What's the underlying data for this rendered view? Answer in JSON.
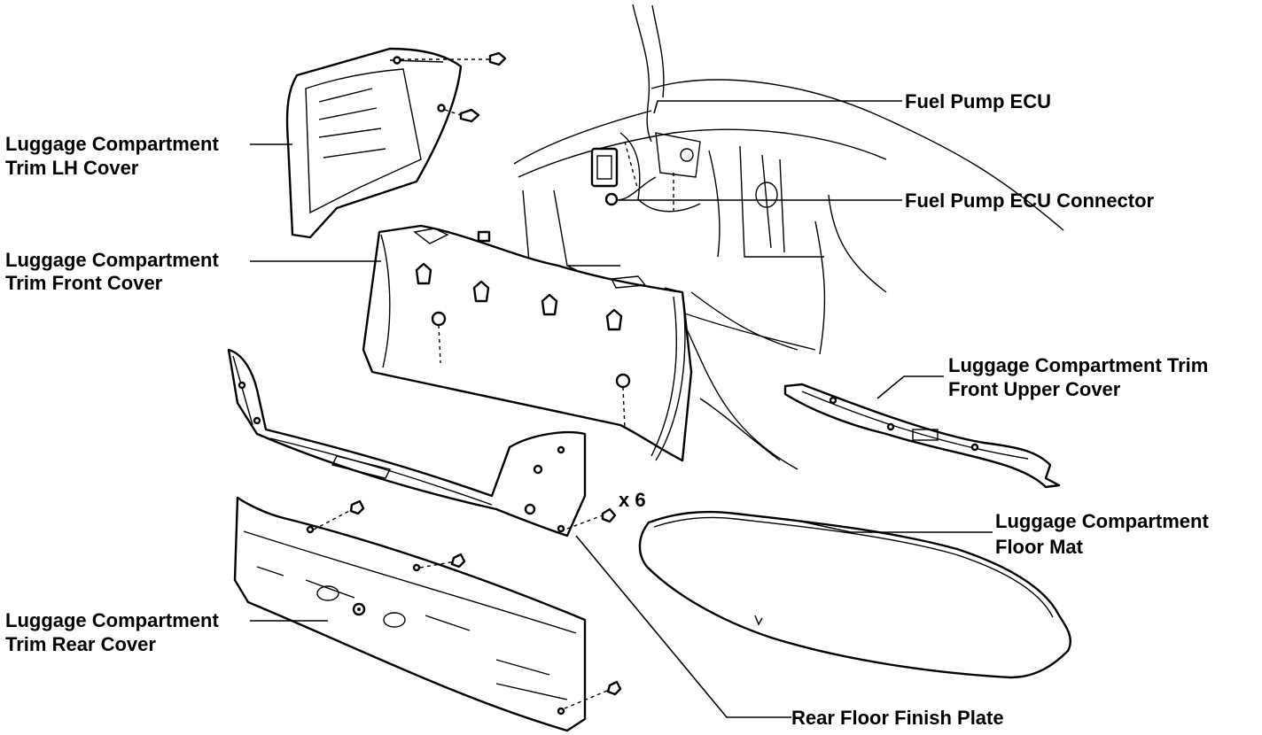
{
  "labels": {
    "lh_cover_1": "Luggage Compartment",
    "lh_cover_2": "Trim LH Cover",
    "front_cover_1": "Luggage Compartment",
    "front_cover_2": "Trim Front Cover",
    "rear_cover_1": "Luggage Compartment",
    "rear_cover_2": "Trim Rear Cover",
    "fuel_pump_ecu": "Fuel Pump ECU",
    "fuel_pump_ecu_connector": "Fuel Pump ECU Connector",
    "front_upper_1": "Luggage Compartment Trim",
    "front_upper_2": "Front Upper Cover",
    "floor_mat_1": "Luggage Compartment",
    "floor_mat_2": "Floor Mat",
    "rear_floor_plate": "Rear Floor Finish Plate",
    "clip_qty": "x 6"
  }
}
